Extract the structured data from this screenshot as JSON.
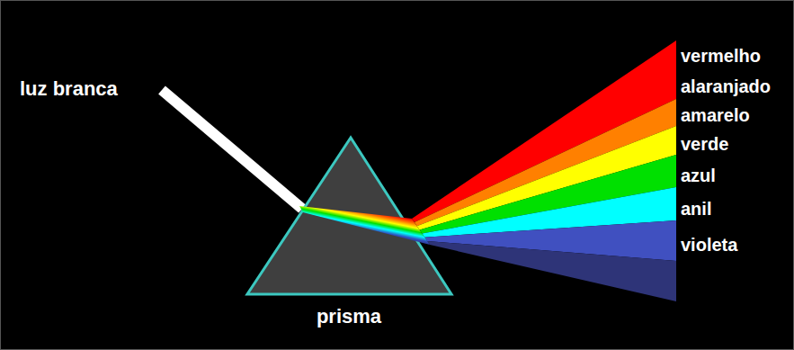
{
  "diagram": {
    "labels": [
      "luz branca",
      "prisma",
      "vermelho",
      "alaranjado",
      "amarelo",
      "verde",
      "azul",
      "anil",
      "violeta"
    ]
  }
}
